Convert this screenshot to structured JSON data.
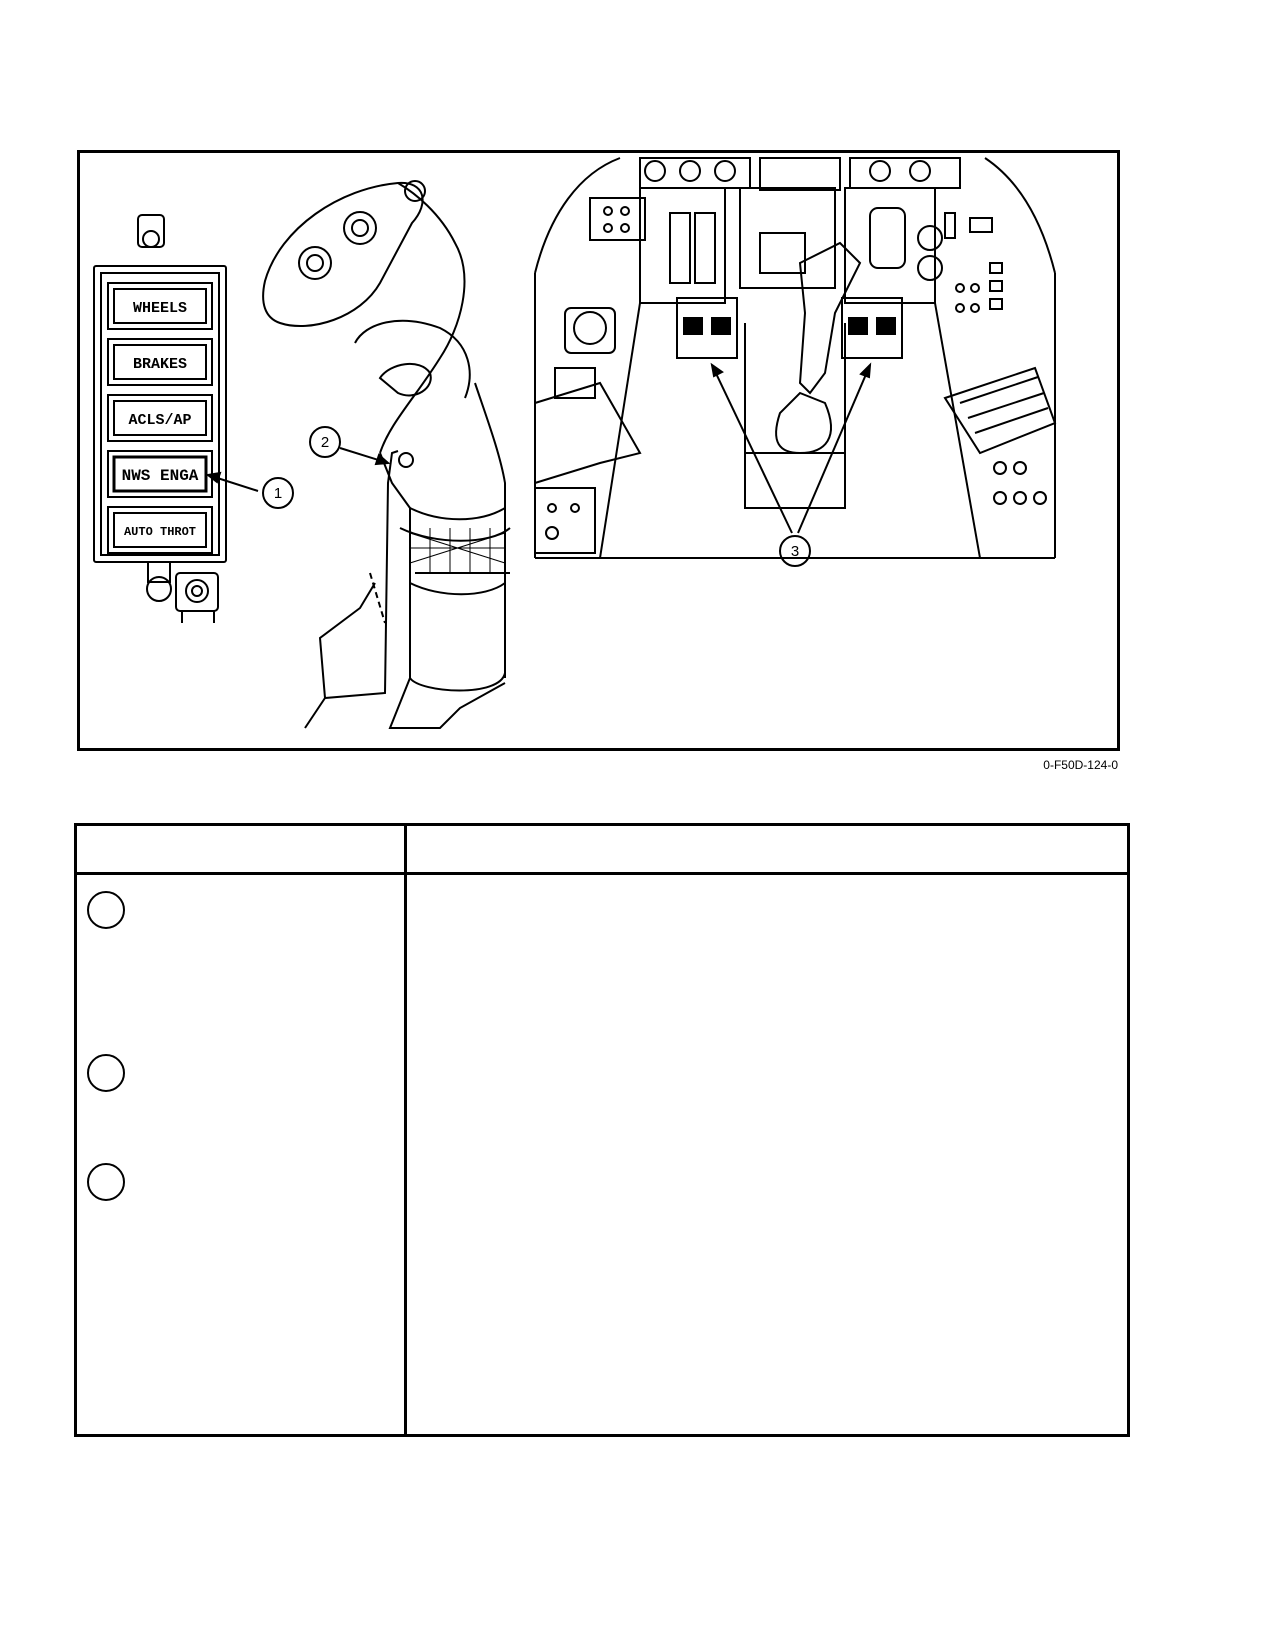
{
  "figure": {
    "panel_labels": [
      "WHEELS",
      "BRAKES",
      "ACLS/AP",
      "NWS ENGA",
      "AUTO THROT"
    ],
    "callouts": [
      "1",
      "2",
      "3"
    ],
    "figure_id": "0-F50D-124-0"
  },
  "table": {
    "header_left": "",
    "header_right": "",
    "rows": [
      {
        "callout": "",
        "name": "",
        "description": ""
      },
      {
        "callout": "",
        "name": "",
        "description": ""
      },
      {
        "callout": "",
        "name": "",
        "description": ""
      }
    ]
  }
}
